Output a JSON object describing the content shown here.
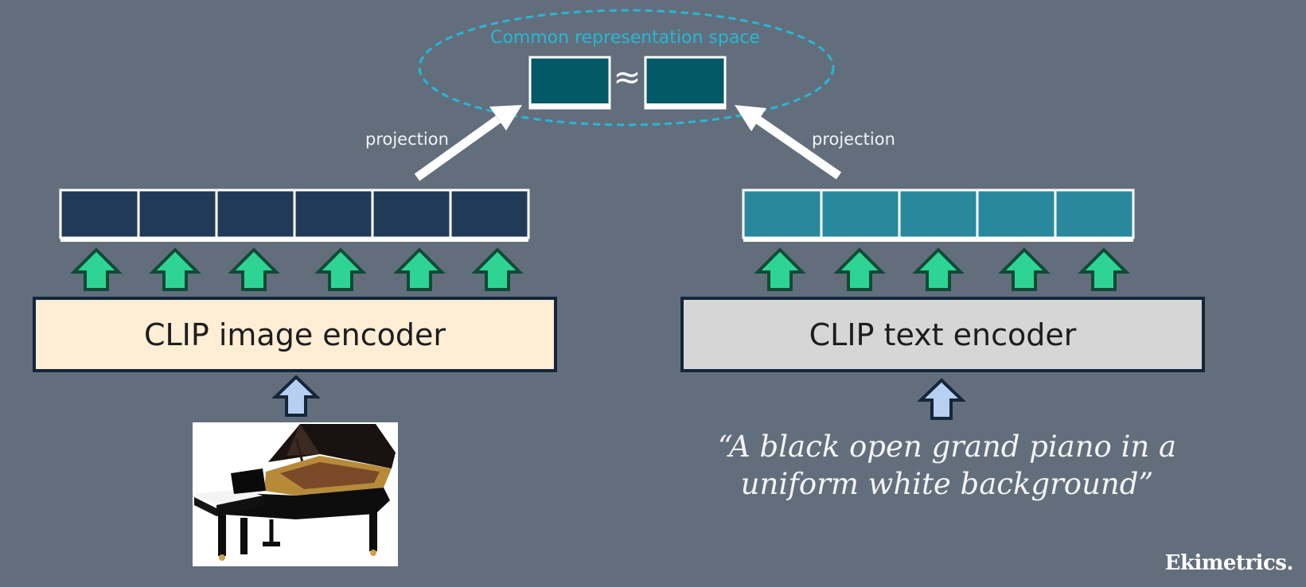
{
  "diagram": {
    "space_label": "Common representation space",
    "approx_symbol": "≈",
    "left": {
      "encoder_label": "CLIP image encoder",
      "projection_label": "projection",
      "token_count": 6,
      "token_color": "#203a58",
      "encoder_fill": "#fdeed5"
    },
    "right": {
      "encoder_label": "CLIP text encoder",
      "projection_label": "projection",
      "token_count": 5,
      "token_color": "#2a889d",
      "encoder_fill": "#d6d6d6",
      "input_text": "“A black open grand piano in a uniform white background”"
    },
    "embedding_color": "#035965",
    "arrow_green": "#2ed494",
    "arrow_blue": "#b7cff1",
    "accent_cyan": "#26b8d4"
  },
  "brand": "Ekimetrics."
}
